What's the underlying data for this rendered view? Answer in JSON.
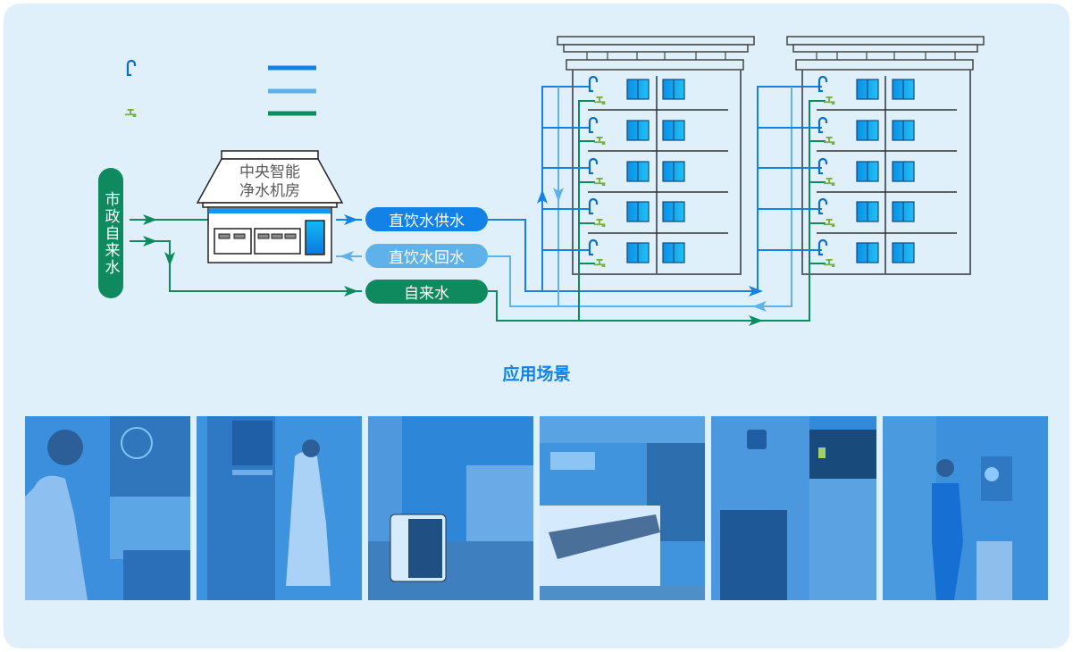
{
  "legend": {
    "items": [
      {
        "icon": "drinking-faucet-icon",
        "color": "#0a6fc2"
      },
      {
        "icon": "tap-faucet-icon",
        "color": "#7aae3b"
      }
    ],
    "lines": [
      {
        "name": "direct-drinking-supply",
        "color": "#1382e6"
      },
      {
        "name": "direct-drinking-return",
        "color": "#5fb1ea"
      },
      {
        "name": "tap-water",
        "color": "#0f8a5f"
      }
    ]
  },
  "municipal_water": "市政自来水",
  "machine_room": {
    "line1": "中央智能",
    "line2": "净水机房"
  },
  "pipes": {
    "supply_label": "直饮水供水",
    "return_label": "直饮水回水",
    "tap_label": "自来水"
  },
  "colors": {
    "supply": "#1382e6",
    "return": "#5fb1ea",
    "tap": "#0f8a5f",
    "faucet_drink": "#0a6fc2",
    "faucet_tap": "#7aae3b",
    "background": "#dff0fb"
  },
  "buildings": [
    {
      "name": "building-1",
      "floors": 5
    },
    {
      "name": "building-2",
      "floors": 5
    }
  ],
  "section_title": "应用场景",
  "scenes": [
    {
      "name": "school-dispenser",
      "theme": "#3b8fdc"
    },
    {
      "name": "hospital-dispenser",
      "theme": "#3d93de"
    },
    {
      "name": "outdoor-community-station",
      "theme": "#2e86d8"
    },
    {
      "name": "hotel-room",
      "theme": "#3f94dd"
    },
    {
      "name": "airport-drinking-station",
      "theme": "#3489d8"
    },
    {
      "name": "office-wall-dispenser",
      "theme": "#3d91dc"
    }
  ]
}
